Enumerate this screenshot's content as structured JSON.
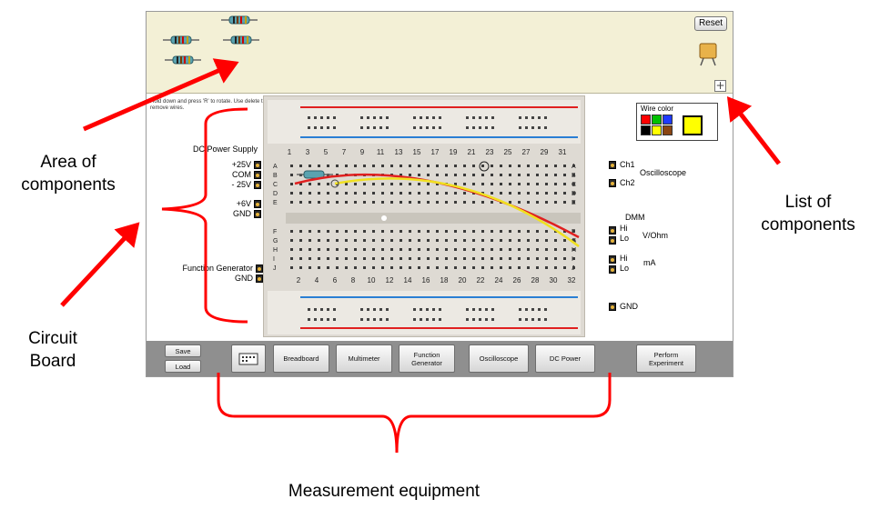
{
  "tray": {
    "reset_label": "Reset",
    "list_button_glyph": "+"
  },
  "hint_text": "Hold down and press 'R' to rotate. Use delete to remove wires.",
  "board": {
    "column_numbers_top": [
      "1",
      "3",
      "5",
      "7",
      "9",
      "11",
      "13",
      "15",
      "17",
      "19",
      "21",
      "23",
      "25",
      "27",
      "29",
      "31"
    ],
    "column_numbers_bottom": [
      "2",
      "4",
      "6",
      "8",
      "10",
      "12",
      "14",
      "16",
      "18",
      "20",
      "22",
      "24",
      "26",
      "28",
      "30",
      "32"
    ],
    "rows_top": [
      "A",
      "B",
      "C",
      "D",
      "E"
    ],
    "rows_bottom": [
      "F",
      "G",
      "H",
      "I",
      "J"
    ]
  },
  "left_panel": {
    "dc_power_title": "DC Power Supply",
    "plus25": "+25V",
    "com": "COM",
    "minus25": "- 25V",
    "plus6": "+6V",
    "gnd": "GND",
    "function_generator": "Function Generator",
    "fg_gnd": "GND"
  },
  "right_panel": {
    "ch1": "Ch1",
    "ch2": "Ch2",
    "oscilloscope": "Oscilloscope",
    "dmm": "DMM",
    "hi": "Hi",
    "lo": "Lo",
    "vohm": "V/Ohm",
    "hi2": "Hi",
    "lo2": "Lo",
    "ma": "mA",
    "gnd": "GND"
  },
  "wire_color": {
    "title": "Wire color",
    "swatches": [
      "#ff0000",
      "#00c000",
      "#1f3bff",
      "#000000",
      "#ffff00",
      "#8b4513"
    ],
    "selected": "#ffff00"
  },
  "toolbar": {
    "save": "Save",
    "load": "Load",
    "breadboard": "Breadboard",
    "multimeter": "Multimeter",
    "function_generator": "Function Generator",
    "oscilloscope": "Oscilloscope",
    "dc_power": "DC Power",
    "perform_experiment": "Perform Experiment"
  },
  "annotations": {
    "area_of_components": [
      "Area of",
      "components"
    ],
    "circuit_board": [
      "Circuit",
      "Board"
    ],
    "list_of_components": [
      "List of",
      "components"
    ],
    "measurement_equipment": "Measurement equipment"
  },
  "colors": {
    "annotation": "#ff0000",
    "tray_bg": "#f3f0d6",
    "toolbar_bg": "#8f8f8f"
  }
}
